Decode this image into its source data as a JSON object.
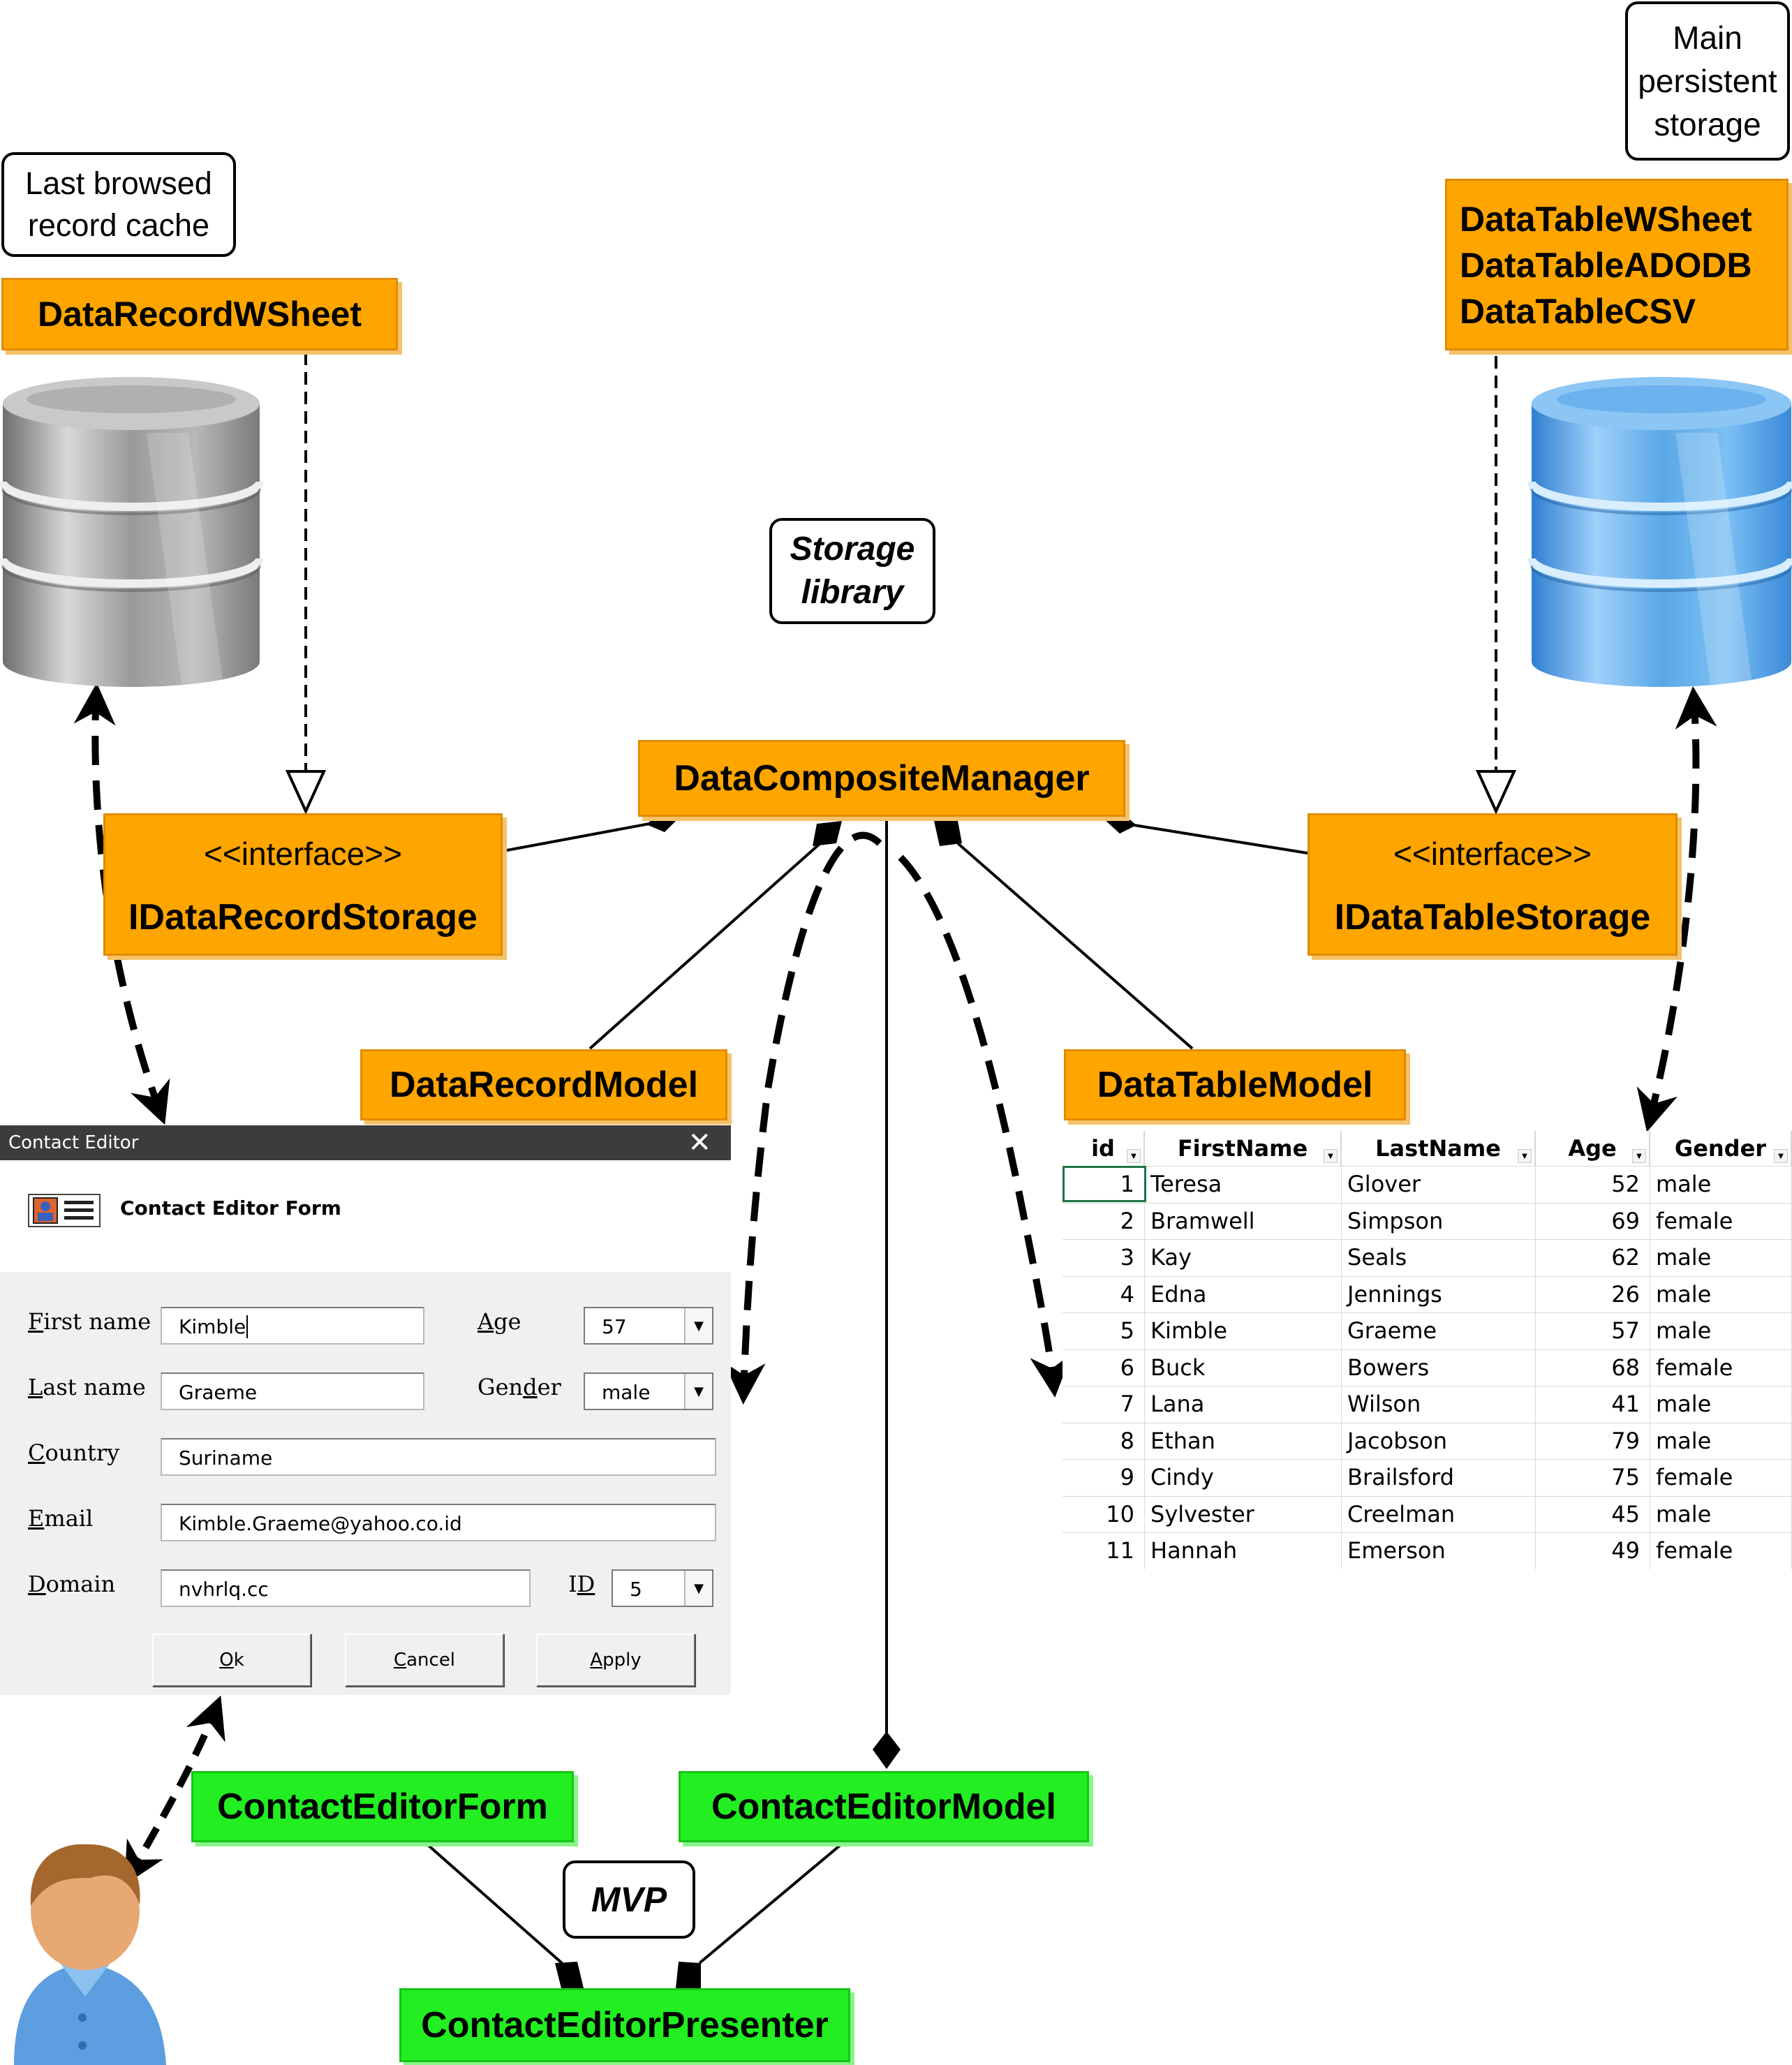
{
  "notes": {
    "last_browsed": [
      "Last browsed",
      "record cache"
    ],
    "main_storage": [
      "Main",
      "persistent",
      "storage"
    ],
    "storage_library": [
      "Storage",
      "library"
    ],
    "mvp": "MVP"
  },
  "classes": {
    "data_record_wsheet": "DataRecordWSheet",
    "data_table_wsheet": "DataTableWSheet",
    "data_table_adodb": "DataTableADODB",
    "data_table_csv": "DataTableCSV",
    "composite_manager": "DataCompositeManager",
    "interface_stereotype": "<<interface>>",
    "record_storage": "IDataRecordStorage",
    "table_storage": "IDataTableStorage",
    "record_model": "DataRecordModel",
    "table_model": "DataTableModel",
    "editor_form": "ContactEditorForm",
    "editor_model": "ContactEditorModel",
    "editor_presenter": "ContactEditorPresenter"
  },
  "colors": {
    "storage_class": "#ffa500",
    "mvp_class": "#22ee22",
    "cache_db": "#9a9a9a",
    "main_db": "#5aa8e6",
    "user_face": "#e0a070",
    "user_shirt": "#5c9ee0"
  },
  "icons": {
    "cache_db": "database-cylinder-icon",
    "main_db": "database-cylinder-icon",
    "user": "user-avatar-icon",
    "form": "contact-card-icon"
  },
  "form": {
    "window_title": "Contact Editor",
    "close_glyph": "✕",
    "header_title": "Contact Editor Form",
    "first_name_label": {
      "pre": "",
      "key": "F",
      "post": "irst name"
    },
    "last_name_label": {
      "pre": "",
      "key": "L",
      "post": "ast name"
    },
    "country_label": {
      "pre": "",
      "key": "C",
      "post": "ountry"
    },
    "email_label": {
      "pre": "",
      "key": "E",
      "post": "mail"
    },
    "domain_label": {
      "pre": "",
      "key": "D",
      "post": "omain"
    },
    "age_label": {
      "pre": "",
      "key": "A",
      "post": "ge"
    },
    "gender_label": {
      "pre": "Gen",
      "key": "d",
      "post": "er"
    },
    "id_label": {
      "pre": "I",
      "key": "D",
      "post": ""
    },
    "first_name": "Kimble",
    "last_name": "Graeme",
    "country": "Suriname",
    "email": "Kimble.Graeme@yahoo.co.id",
    "domain": "nvhrlq.cc",
    "age": "57",
    "gender": "male",
    "id": "5",
    "ok_button": {
      "pre": "",
      "key": "O",
      "post": "k"
    },
    "cancel_button": {
      "pre": "",
      "key": "C",
      "post": "ancel"
    },
    "apply_button": {
      "pre": "",
      "key": "A",
      "post": "pply"
    }
  },
  "table": {
    "columns": [
      "id",
      "FirstName",
      "LastName",
      "Age",
      "Gender"
    ],
    "rows": [
      [
        "1",
        "Teresa",
        "Glover",
        "52",
        "male"
      ],
      [
        "2",
        "Bramwell",
        "Simpson",
        "69",
        "female"
      ],
      [
        "3",
        "Kay",
        "Seals",
        "62",
        "male"
      ],
      [
        "4",
        "Edna",
        "Jennings",
        "26",
        "male"
      ],
      [
        "5",
        "Kimble",
        "Graeme",
        "57",
        "male"
      ],
      [
        "6",
        "Buck",
        "Bowers",
        "68",
        "female"
      ],
      [
        "7",
        "Lana",
        "Wilson",
        "41",
        "male"
      ],
      [
        "8",
        "Ethan",
        "Jacobson",
        "79",
        "male"
      ],
      [
        "9",
        "Cindy",
        "Brailsford",
        "75",
        "female"
      ],
      [
        "10",
        "Sylvester",
        "Creelman",
        "45",
        "male"
      ],
      [
        "11",
        "Hannah",
        "Emerson",
        "49",
        "female"
      ]
    ]
  }
}
